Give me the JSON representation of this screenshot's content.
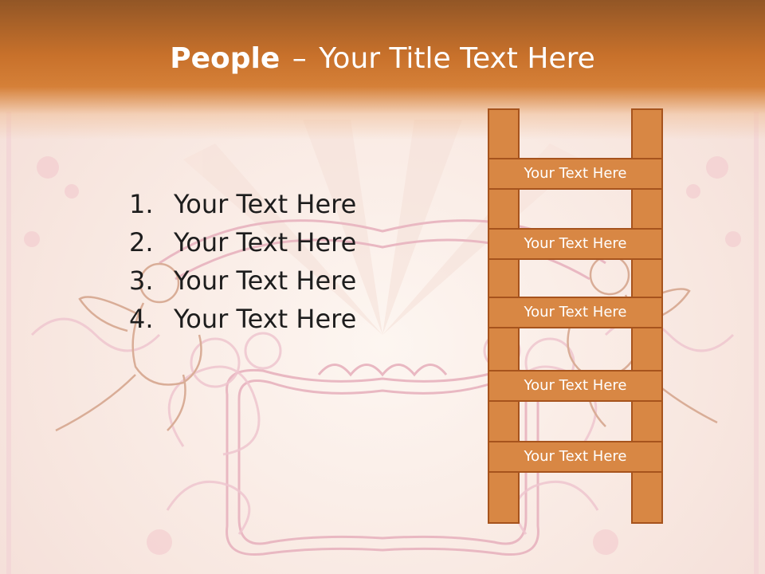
{
  "title": {
    "bold": "People",
    "dash": "–",
    "rest": "Your Title Text Here"
  },
  "list": [
    {
      "num": "1.",
      "text": "Your Text Here"
    },
    {
      "num": "2.",
      "text": "Your Text Here"
    },
    {
      "num": "3.",
      "text": "Your Text Here"
    },
    {
      "num": "4.",
      "text": "Your Text Here"
    }
  ],
  "ladder": {
    "rungs": [
      "Your Text Here",
      "Your Text Here",
      "Your Text Here",
      "Your Text Here",
      "Your Text Here"
    ]
  },
  "colors": {
    "header_dark": "#925626",
    "header_orange": "#d58038",
    "ladder_fill": "#d88744",
    "ladder_border": "#a6531d",
    "background": "#fbf1ec"
  },
  "decoration": "cupid-ornament-background"
}
